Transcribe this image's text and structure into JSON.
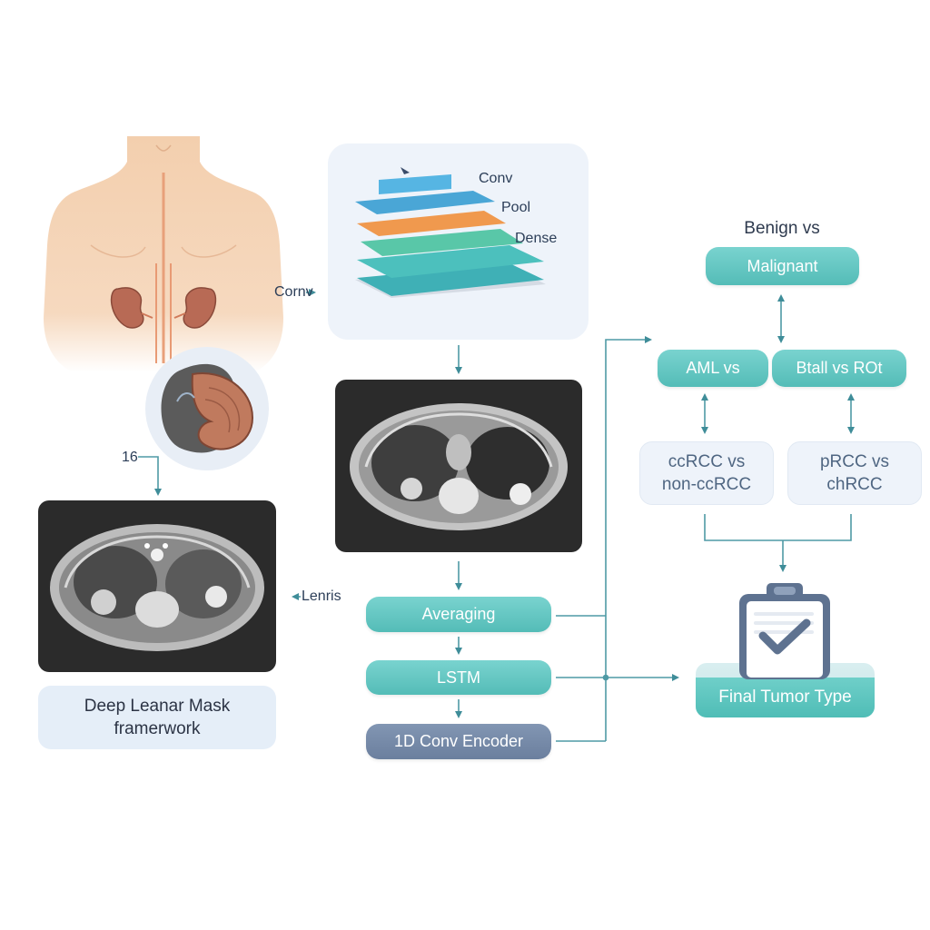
{
  "labels": {
    "conv": "Conv",
    "pool": "Pool",
    "dense": "Dense",
    "corn": "Cornv",
    "lenris": "Lenris",
    "tag16": "16",
    "benign_vs": "Benign vs"
  },
  "caption": {
    "line1": "Deep Leanar Mask",
    "line2": "framerwork"
  },
  "pipeline": {
    "averaging": "Averaging",
    "lstm": "LSTM",
    "conv1d": "1D Conv Encoder"
  },
  "classes": {
    "malignant": "Malignant",
    "aml": "AML vs",
    "other": "Btall vs ROt",
    "cc_line1": "ccRCC vs",
    "cc_line2": "non-ccRCC",
    "pcc_line1": "pRCC vs",
    "pcc_line2": "chRCC",
    "final": "Final Tumor Type"
  },
  "colors": {
    "teal": "#5ec4bf",
    "slate": "#7589a8",
    "wire": "#5aa3ad",
    "panel": "#eef3fa"
  },
  "icons": [
    "human-torso-illustration",
    "kidney-icon",
    "ct-scan-image",
    "layer-stack-icon",
    "clipboard-check-icon",
    "arrow-icon"
  ]
}
